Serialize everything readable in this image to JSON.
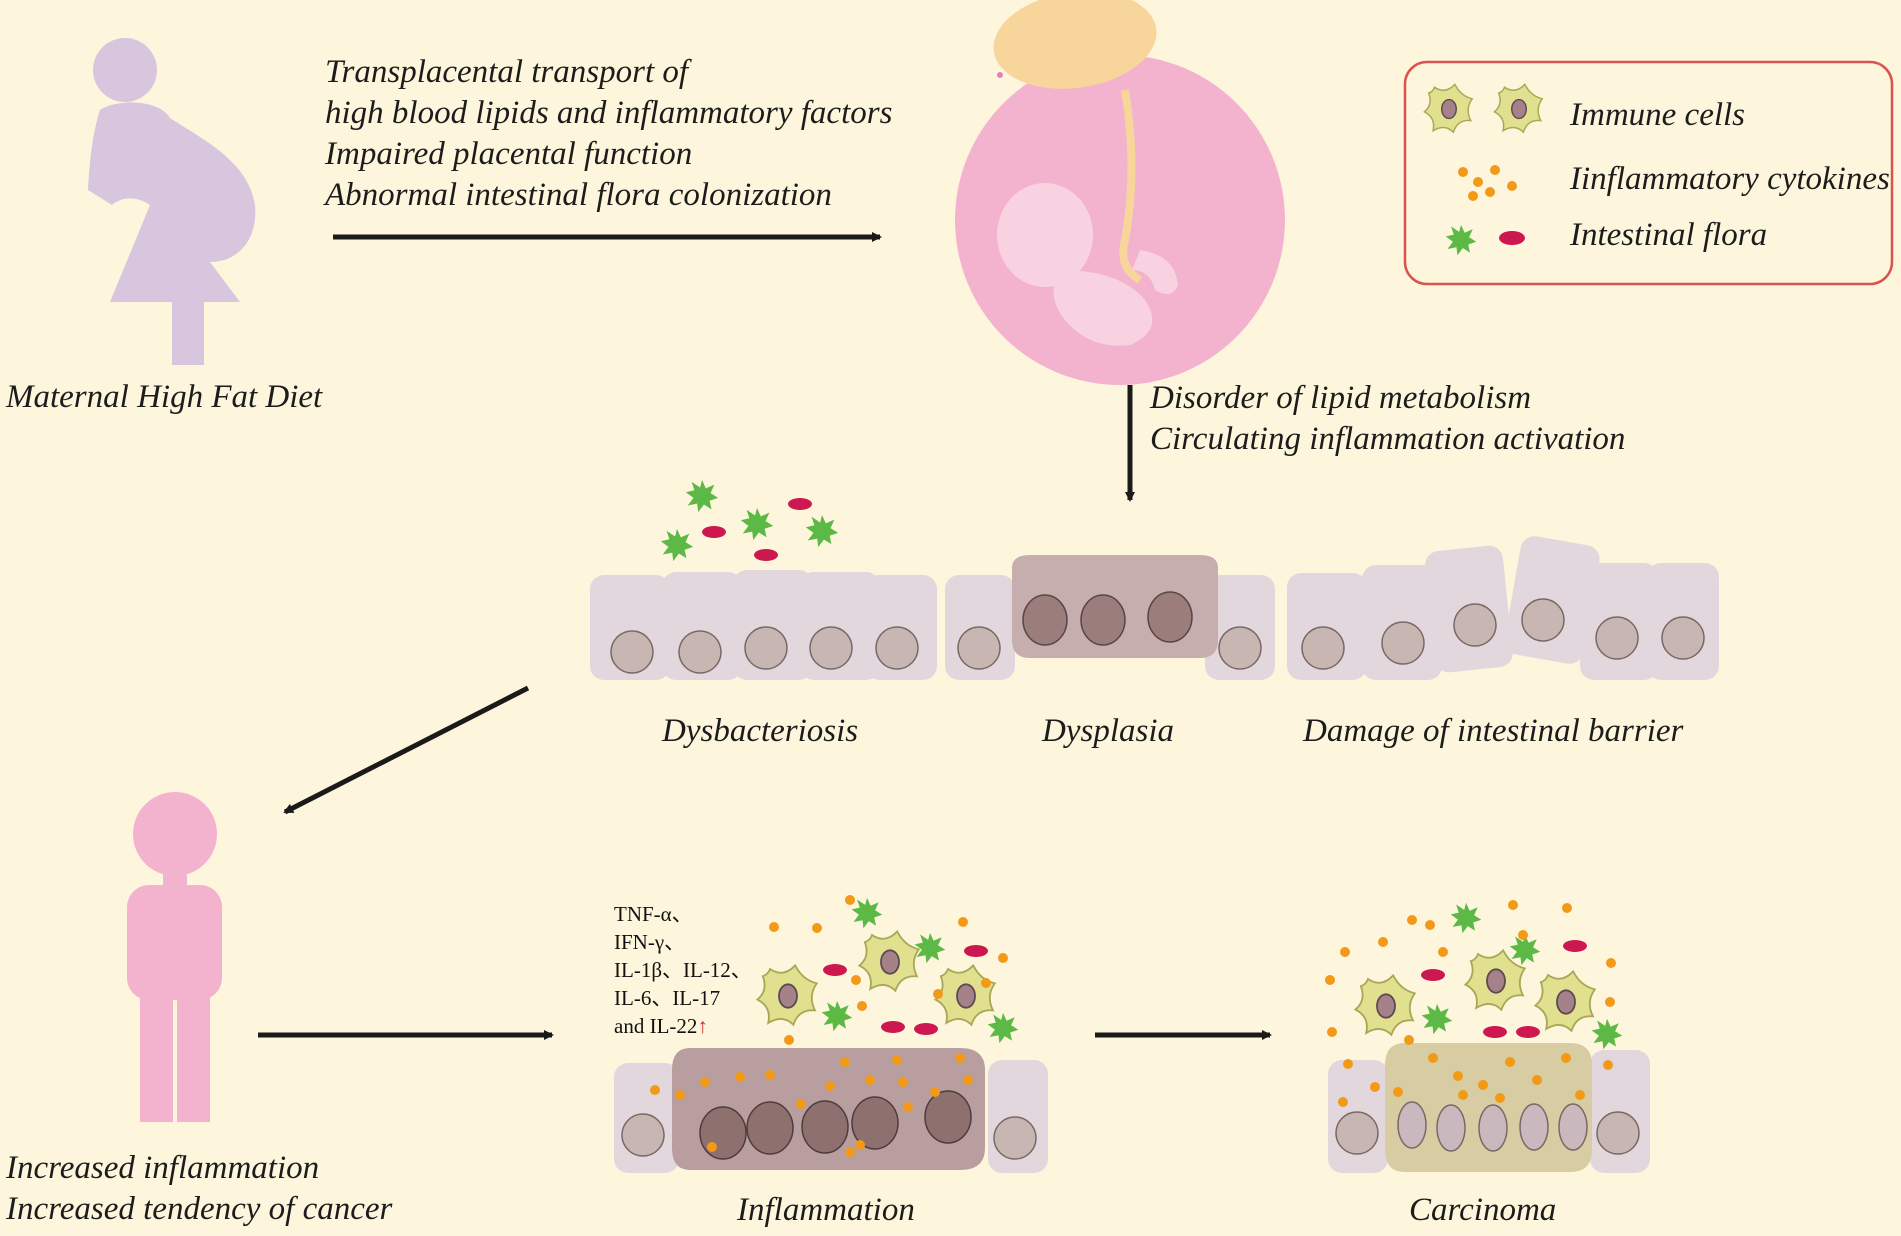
{
  "colors": {
    "background": "#fdf6dc",
    "mother": "#d8c6df",
    "womb": "#f3b2cd",
    "placenta": "#f8d59a",
    "fetus": "#f9d2e2",
    "child": "#f3b3cf",
    "cell": "#e2d7dc",
    "cell_nucleus": "#c8b6b3",
    "dysplasia_cell": "#c6adae",
    "dysplasia_nucleus": "#9b7d7b",
    "inflamed_cell": "#b89e9f",
    "inflamed_nucleus": "#8e706f",
    "tumor_cell": "#d8cca3",
    "immune_cell": "#e0e08e",
    "cytokine": "#f29a17",
    "flora_green": "#5cb945",
    "flora_red": "#cc1750",
    "legend_border": "#d9534f",
    "arrow": "#1a1a1a"
  },
  "labels": {
    "arrow1": [
      "Transplacental transport of",
      "high blood lipids and inflammatory factors",
      "Impaired placental function",
      "Abnormal intestinal flora colonization"
    ],
    "mother": "Maternal High Fat Diet",
    "arrow2": [
      "Disorder of lipid metabolism",
      "Circulating inflammation activation"
    ],
    "stage_dysbacteriosis": "Dysbacteriosis",
    "stage_dysplasia": "Dysplasia",
    "stage_barrier": "Damage of intestinal barrier",
    "child": [
      "Increased inflammation",
      "Increased tendency of cancer"
    ],
    "stage_inflammation": "Inflammation",
    "stage_carcinoma": "Carcinoma"
  },
  "cytokines": {
    "lines": [
      "TNF-α、",
      "IFN-γ、",
      "IL-1β、IL-12、",
      "IL-6、IL-17",
      "and IL-22"
    ],
    "arrow": "↑"
  },
  "legend": {
    "items": [
      {
        "icon": "immune-cell-icon",
        "label": "Immune cells"
      },
      {
        "icon": "cytokine-dots-icon",
        "label": "Iinflammatory cytokines"
      },
      {
        "icon": "intestinal-flora-icon",
        "label": "Intestinal flora"
      }
    ]
  }
}
